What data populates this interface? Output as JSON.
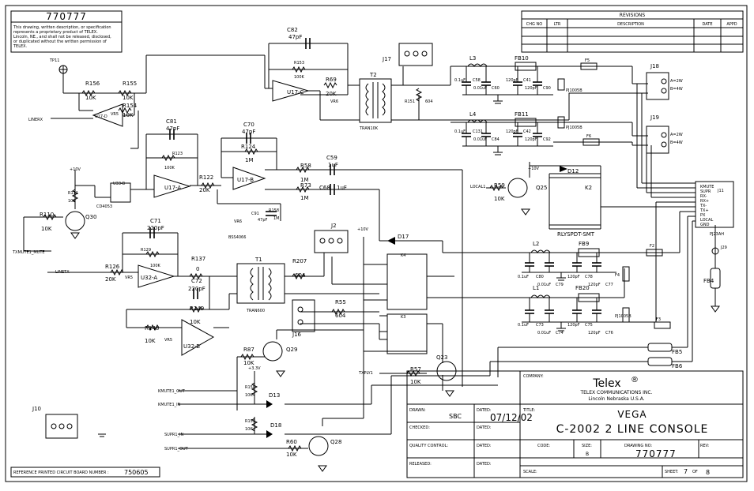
{
  "drawing_number_top": "770777",
  "notice": [
    "This drawing, written description, or specification",
    "represents a proprietary product of TELEX.",
    "Lincoln, NE., and shall not be released, disclosed,",
    "or duplicated without the written permission of",
    "TELEX."
  ],
  "revisions": {
    "title": "REVISIONS",
    "cols": [
      "CHG NO",
      "LTR",
      "DESCRIPTION",
      "DATE",
      "APPD"
    ]
  },
  "components": {
    "u17c": "U17-C",
    "u17d": "U17-D",
    "u17a": "U17-A",
    "u17b": "U17-B",
    "u32a": "U32-A",
    "u32b": "U32-B",
    "u33b": "U33-B",
    "c82": "C82",
    "c82v": "47pF",
    "r153": "R153",
    "r153v": "100K",
    "r156": "R156",
    "r156v": "10K",
    "r155": "R155",
    "r155v": "10K",
    "r154": "R154",
    "r154v": "10K",
    "c81": "C81",
    "c81v": "47pF",
    "r123": "R123",
    "r123v": "100K",
    "c70": "C70",
    "c70v": "47pF",
    "r124": "R124",
    "r124v": "1M",
    "r122": "R122",
    "r122v": "20K",
    "r58": "R58",
    "r58v": "1M",
    "r73": "R73",
    "r73v": "1M",
    "c59": "C59",
    "c59v": "1uF",
    "c68": "C68",
    "c68v": "1uF",
    "c91": "C91",
    "c91v": "47pF",
    "r158": "R158",
    "r158v": "1M",
    "r111": "R111",
    "r111v": "10K",
    "r110": "R110",
    "r110v": "10K",
    "q30": "Q30",
    "cd4053": "CD4053",
    "r69": "R69",
    "r69v": "20K",
    "r151": "R151",
    "r151v": "604",
    "t2": "T2",
    "t2n": "TRAN10K",
    "j17": "J17",
    "l3": "L3",
    "l4": "L4",
    "fb10": "FB10",
    "fb11": "FB11",
    "f5": "F5",
    "f6": "F6",
    "c58": "C58",
    "c58v": "0.1uF",
    "c60": "C60",
    "c60v": "0.01uF",
    "c41": "C41",
    "c41v": "120pF",
    "c90": "C90",
    "c90v": "120pF",
    "c131": "C131",
    "c131v": "0.1uF",
    "c84": "C84",
    "c84v": "0.01uF",
    "c42": "C42",
    "c42v": "120pF",
    "c92": "C92",
    "c92v": "120pF",
    "pj1": "PJ1005B",
    "j18": "J18",
    "j19": "J19",
    "jwire": "A=2W",
    "jwire2": "B=4W",
    "d12": "D12",
    "k2": "K2",
    "rly": "RLYSPDT-SMT",
    "q25": "Q25",
    "r59": "R59",
    "r59v": "10K",
    "local1": "LOCAL1",
    "j11": "J11",
    "j11conn": "PJ23AH",
    "j11pins": [
      "KMUTE",
      "SUPR",
      "RX-",
      "RX+",
      "TX-",
      "TX+",
      "PX",
      "LOCAL",
      "GND"
    ],
    "c71": "C71",
    "c71v": "220pF",
    "r129": "R129",
    "r129v": "100K",
    "r126": "R126",
    "r126v": "20K",
    "r137": "R137",
    "r137v": "0",
    "c72": "C72",
    "c72v": "220pF",
    "r149": "R149",
    "r149v": "10K",
    "r148": "R148",
    "r148v": "10K",
    "t1": "T1",
    "t1n": "TRAN600",
    "r207": "R207",
    "r207v": "604",
    "j2": "J2",
    "d17": "D17",
    "k4": "K4",
    "k3": "K3",
    "r55": "R55",
    "r55v": "604",
    "j16": "J16",
    "l2": "L2",
    "l1": "L1",
    "fb9": "FB9",
    "fb20": "FB20",
    "f2": "F2",
    "f4": "F4",
    "f3": "F3",
    "c80": "C80",
    "c80v": "0.1uF",
    "c79": "C79",
    "c79v": "0.01uF",
    "c78": "C78",
    "c78v": "120pF",
    "c77": "C77",
    "c77v": "120pF",
    "c73": "C73",
    "c73v": "0.1uF",
    "c74": "C74",
    "c74v": "0.01uF",
    "c75": "C75",
    "c75v": "120pF",
    "c76": "C76",
    "c76v": "120pF",
    "j29": "J29",
    "fb4": "FB4",
    "fb5": "FB5",
    "fb6": "FB6",
    "r87": "R87",
    "r87v": "10K",
    "q29": "Q29",
    "r150": "R150",
    "r150v": "10K",
    "d13": "D13",
    "r152": "R152",
    "r152v": "10K",
    "d18": "D18",
    "r60": "R60",
    "r60v": "10K",
    "q28": "Q28",
    "q23": "Q23",
    "r57": "R57",
    "r57v": "10K",
    "j10": "J10",
    "bss": "BSS4066",
    "tp11": "TP11",
    "vr5": "VR5",
    "vr6": "VR6",
    "plus10v": "+10V",
    "plus33v": "+3.3V"
  },
  "nets": {
    "linerx": "LINERX",
    "linetx": "LINETX",
    "txmute": "TXMUTE1_MUTE",
    "kmute_out": "KMUTE1_OUT",
    "kmute_in": "KMUTE1_IN",
    "supr_in": "SUPR1_IN",
    "supr_out": "SUPR1_OUT",
    "txplyi": "TXPLY1"
  },
  "title_block": {
    "company_label": "COMPANY:",
    "company": "Telex",
    "reg": "®",
    "company_full": "TELEX COMMUNICATIONS INC.",
    "company_city": "Lincoln Nebraska U.S.A.",
    "drawn_label": "DRAWN:",
    "drawn": "SBC",
    "date_label": "DATED:",
    "date": "07/12/02",
    "checked_label": "CHECKED:",
    "quality_label": "QUALITY CONTROL:",
    "released_label": "RELEASED:",
    "title_label": "TITLE:",
    "title1": "VEGA",
    "title2": "C-2002 2 LINE CONSOLE",
    "code_label": "CODE:",
    "size_label": "SIZE:",
    "size": "B",
    "dwg_label": "DRAWING NO:",
    "dwg": "770777",
    "rev_label": "REV:",
    "scale_label": "SCALE:",
    "sheet_label": "SHEET:",
    "sheet": "7",
    "of": "OF",
    "sheets": "8",
    "ref_label": "REFERENCE PRINTED CIRCUIT BOARD NUMBER :",
    "ref": "750605"
  }
}
